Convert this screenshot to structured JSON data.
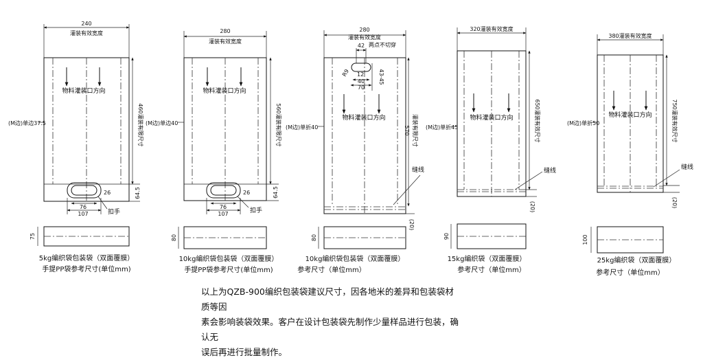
{
  "bags": [
    {
      "id": "5kg",
      "width_label": "240",
      "width_title": "灌装有效宽度",
      "flow_label": "物料灌装口方向",
      "side_label": "(M边)单边37.5",
      "height_label": "460灌装有限尺寸",
      "bottom_label": "64.5",
      "handle_inner": "26",
      "handle_w1": "76",
      "handle_w2": "107",
      "handle_label": "扣手",
      "gusset_label": "75",
      "caption1": "5kg编织袋包装袋（双面覆膜）",
      "caption2": "手提PP袋参考尺寸(单位mm)"
    },
    {
      "id": "10kg-handle",
      "width_label": "280",
      "width_title": "灌装有效宽度",
      "flow_label": "物料灌装口方向",
      "side_label": "(M边)单边40",
      "height_label": "560灌装有限尺寸",
      "bottom_label": "64.5",
      "handle_inner": "26",
      "handle_w1": "76",
      "handle_w2": "107",
      "handle_label": "扣手",
      "gusset_label": "80",
      "caption1": "10kg编织袋包装袋（双面覆膜）",
      "caption2": "手提PP袋参考尺寸(单位mm)"
    },
    {
      "id": "10kg-top",
      "width_label": "280",
      "width_title": "灌装有效宽度",
      "flow_label": "物料灌装口方向",
      "side_label": "(M边)单折40",
      "height_label": "570",
      "height_label2": "灌装有限尺寸",
      "seam_label": "缝线",
      "seam_dim": "(20)",
      "top_42": "42",
      "top_nocut": "两点不切穿",
      "top_r": "R9",
      "top_12": "12",
      "top_40": "40",
      "top_70": "70",
      "top_4345": "43-45",
      "gusset_label": "80",
      "caption1": "10kg编织袋包装袋（双面覆膜）",
      "caption2": "参考尺寸（单位mm）"
    },
    {
      "id": "15kg",
      "width_label": "320灌装有效宽度",
      "flow_label": "物料灌装口方向",
      "side_label": "(M边)单折45",
      "height_label": "650灌装有效尺寸",
      "seam_label": "缝线",
      "seam_dim": "(20)",
      "gusset_label": "90",
      "caption1": "15kg编织袋（双面覆膜）",
      "caption2": "参考尺寸（单位mm）"
    },
    {
      "id": "25kg",
      "width_label": "380灌装有效宽度",
      "flow_label": "物料灌装口方向",
      "side_label": "(M边)单折50",
      "height_label": "750灌装有效尺寸",
      "seam_label": "缝线",
      "seam_dim": "(20)",
      "gusset_label": "100",
      "caption1": "25kg编织袋（双面覆膜）",
      "caption2": "参考尺寸（单位mm）"
    }
  ],
  "note": {
    "line1": "以上为QZB-900编织包装袋建议尺寸，因各地米的差异和包装袋材质等因",
    "line2": "素会影响装袋效果。客户在设计包装袋先制作少量样品进行包装，确认无",
    "line3": "误后再进行批量制作。"
  }
}
